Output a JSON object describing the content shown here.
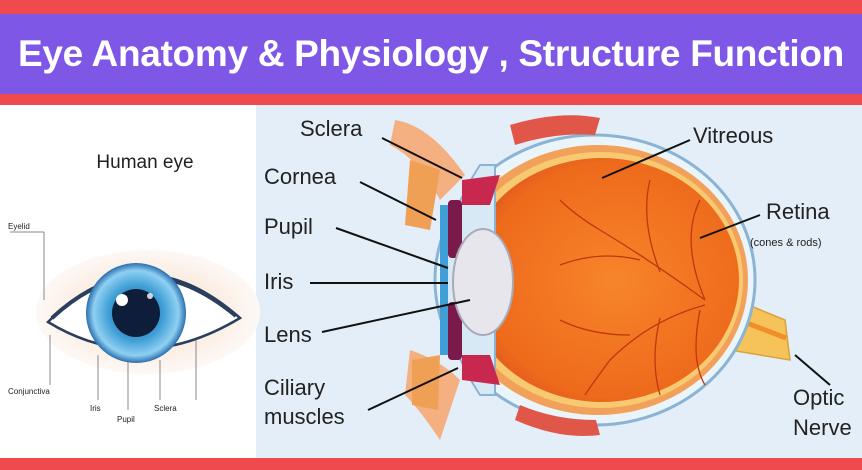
{
  "header": {
    "title": "Eye Anatomy & Physiology , Structure Function"
  },
  "left_diagram": {
    "heading": "Human eye",
    "labels": {
      "eyelid": "Eyelid",
      "conjunctiva": "Conjunctiva",
      "iris": "Iris",
      "pupil": "Pupil",
      "sclera": "Sclera"
    }
  },
  "right_diagram": {
    "labels": {
      "sclera": "Sclera",
      "cornea": "Cornea",
      "pupil": "Pupil",
      "iris": "Iris",
      "lens": "Lens",
      "ciliary_line1": "Ciliary",
      "ciliary_line2": "muscles",
      "vitreous": "Vitreous",
      "retina": "Retina",
      "retina_sub": "(cones & rods)",
      "optic_line1": "Optic",
      "optic_line2": "Nerve"
    }
  },
  "colors": {
    "banner": "#7e57e6",
    "band_red": "#ef4a4e",
    "eyeball_orange": "#f2701f",
    "vessels": "#c2360f",
    "nerve": "#f5c35a",
    "iris_blue": "#3f9fd6"
  }
}
